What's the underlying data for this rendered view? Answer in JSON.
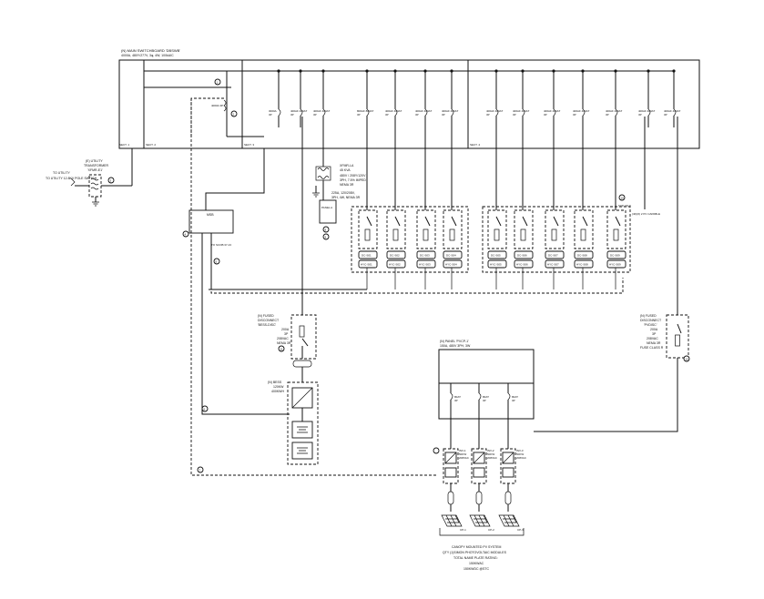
{
  "switchboard": {
    "title_line1": "(N) MAIN SWITCHBOARD 'DBSWB'",
    "title_line2": "4000A, 480Y/277V, 3φ, 4W, 100kAIC",
    "sects": [
      "SECT. 1",
      "SECT. 2",
      "SECT. 3",
      "SECT. 4"
    ],
    "breakers_left": [
      "3000A 3P",
      "400AF 400AT 3P",
      "400AF 400AT 3P"
    ],
    "breakers_right": [
      "800AF 800AT 3P",
      "400AF 400AT 3P",
      "400AF 400AT 3P",
      "400AF 400AT 3P",
      "400AF 400AT 3P",
      "400AF 400AT 3P",
      "400AF 400AT 3P",
      "400AF 400AT 3P",
      "400AF 400AT 3P",
      "400AF 400AT 3P",
      "400AF 400AT 3P",
      "200AF 200AT 3P"
    ],
    "main_breaker": "4000A 3P"
  },
  "utility": {
    "label": "TO UTILITY 12.8KV POLE SWITCH",
    "transformer_line1": "(E) UTILITY",
    "transformer_line2": "TRANSFORMER",
    "transformer_line3": "'XFMR-E1'"
  },
  "msb": {
    "label": "MSB",
    "note": "TO SCOB 37-13"
  },
  "xfmr": {
    "line1": "XFMR-LA",
    "line2": "45 KVA",
    "line3": "480V / 208Y/120V",
    "line4": "3PH, 7.5% IMPED",
    "line5": "NEMA 3R"
  },
  "panel_a": {
    "line1": "225A, 120/208V,",
    "line2": "3PH, 4W, NEMA 3R",
    "label": "PANEL A"
  },
  "inverters_left": [
    {
      "dc": "DC-S01",
      "fyc": "HYC-S01"
    },
    {
      "dc": "DC-S02",
      "fyc": "HYC-S02"
    },
    {
      "dc": "DC-S03",
      "fyc": "HYC-S03"
    },
    {
      "dc": "DC-S04",
      "fyc": "HYC-S04"
    }
  ],
  "inverters_right": [
    {
      "dc": "DC-S05",
      "fyc": "HYC-S05"
    },
    {
      "dc": "DC-S06",
      "fyc": "HYC-S06"
    },
    {
      "dc": "DC-S07",
      "fyc": "HYC-S07"
    },
    {
      "dc": "DC-S08",
      "fyc": "HYC-S08"
    },
    {
      "dc": "DC-S09",
      "fyc": "HYC-S09"
    }
  ],
  "capable_note": "TYP. OF 9",
  "capable_note2": "(40)(6) 2 PC CAPABLE",
  "fused_disconnect_left": {
    "line1": "(N) FUSED",
    "line2": "DISCONNECT",
    "line3": "'BESS-DISC'",
    "line4": "200A",
    "line5": "3P",
    "line6": "208VAC",
    "line7": "NEMA 3R"
  },
  "bess": {
    "line1": "(N) BESS",
    "line2": "120KW",
    "line3": "400KWH"
  },
  "fused_disconnect_right": {
    "line1": "(N) FUSED",
    "line2": "DISCONNECT",
    "line3": "'PVDISC'",
    "line4": "200A",
    "line5": "3P",
    "line6": "208VAC",
    "line7": "NEMA 3R",
    "line8": "FUSE CLASS R"
  },
  "pv_panel": {
    "line1": "(N) PANEL 'PVCP-1'",
    "line2": "150A, 480V 3PH, 3W",
    "breakers": [
      "80AT 3P",
      "80AT 3P",
      "80AT 3P"
    ]
  },
  "pv_inverters": [
    {
      "label": "INV-1",
      "rating": "50KW 208VAC",
      "cp": "CP-1"
    },
    {
      "label": "INV-2",
      "rating": "50KW 208VAC",
      "cp": "CP-2"
    },
    {
      "label": "INV-3",
      "rating": "50KW 208VAC",
      "cp": "CP-3"
    }
  ],
  "pv_system": {
    "line1": "CANOPY MOUNTED PV SYSTEM",
    "line2": "QTY (1)SIMON PHOTOVOLTAIC MODULES",
    "line3": "TOTAL NAME PLATE RATING:",
    "line4": "150KWAC",
    "line5": "150KWDC @STC"
  },
  "callouts": [
    "1",
    "2",
    "3",
    "4",
    "5",
    "6",
    "7",
    "8",
    "9",
    "10",
    "11",
    "12"
  ]
}
